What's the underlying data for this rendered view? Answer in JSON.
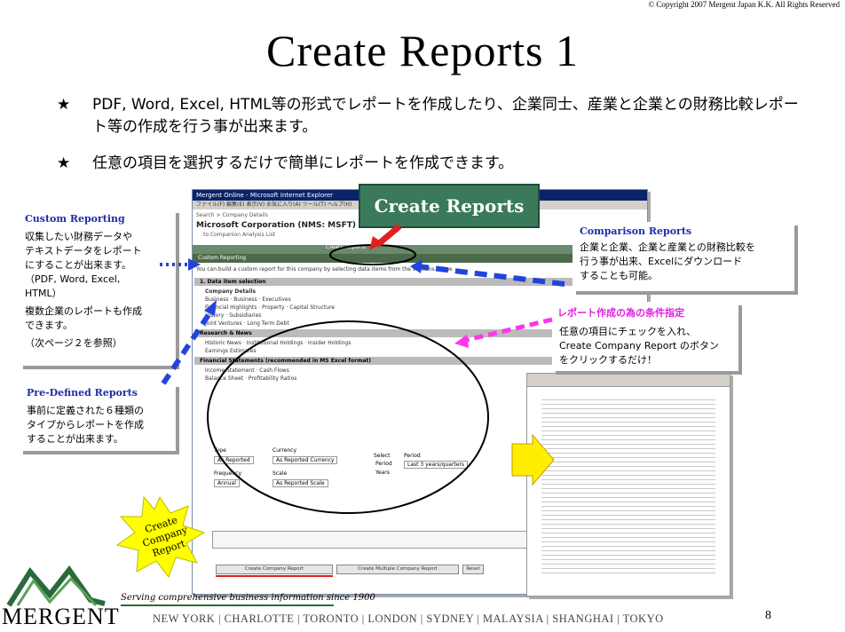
{
  "copyright": "© Copyright 2007 Mergent Japan K.K. All Rights Reserved",
  "title": "Create Reports 1",
  "bullets": [
    {
      "star": "★",
      "text": "PDF, Word, Excel, HTML等の形式でレポートを作成したり、企業同士、産業と企業との財務比較レポート等の作成を行う事が出来ます。"
    },
    {
      "star": "★",
      "text": "任意の項目を選択するだけで簡単にレポートを作成できます。"
    }
  ],
  "create_reports_button": "Create Reports",
  "browser": {
    "title": "Mergent Online - Microsoft Internet Explorer",
    "menu": "ファイル(F)  編集(E)  表示(V)  お気に入り(A)  ツール(T)  ヘルプ(H)",
    "breadcrumb": "Search > Company Details",
    "company": "Microsoft Corporation (NMS: MSFT)",
    "sub_link": "to Companion Analysis List",
    "tab_active": "Custom Reporting",
    "tab_other": "Create Reports",
    "instruction": "You can build a custom report for this company by selecting data items from the sections below.",
    "section1": "1. Data item selection",
    "company_details_label": "Company Details",
    "row1": [
      "Business",
      "Business",
      "Executives"
    ],
    "row2": [
      "Financial Highlights",
      "Property",
      "Capital Structure"
    ],
    "row3": [
      "History",
      "Subsidiaries"
    ],
    "row4": [
      "Joint Ventures",
      "Long Term Debt"
    ],
    "research_label": "Research & News",
    "row5": [
      "Historic News",
      "Institutional Holdings",
      "Insider Holdings"
    ],
    "row6": [
      "Earnings Estimates"
    ],
    "fin_label": "Financial Statements (recommended in MS Excel format)",
    "row7": [
      "Income Statement",
      "Cash Flows"
    ],
    "row8": [
      "Balance Sheet",
      "Profitability Ratios"
    ],
    "type_label": "Type",
    "type_value": "As Reported",
    "currency_label": "Currency",
    "currency_value": "As Reported Currency",
    "select_label": "Select",
    "select_options": [
      "Period",
      "Years"
    ],
    "period_label": "Period",
    "period_value": "Last 3 years/quarters",
    "frequency_label": "Frequency",
    "frequency_value": "Annual",
    "scale_label": "Scale",
    "scale_value": "As Reported Scale",
    "btn_create": "Create Company Report",
    "btn_create_multi": "Create Multiple Company Report",
    "btn_reset": "Reset"
  },
  "callouts": {
    "custom": {
      "title": "Custom Reporting",
      "lines": [
        "収集したい財務データや",
        "テキストデータをレポート",
        "にすることが出来ます。",
        "（PDF, Word, Excel,",
        "HTML）",
        "複数企業のレポートも作成",
        "できます。",
        "（次ページ２を参照）"
      ]
    },
    "predefined": {
      "title": "Pre-Defined Reports",
      "lines": [
        "事前に定義された６種類の",
        "タイプからレポートを作成",
        "することが出来ます。"
      ]
    },
    "comparison": {
      "title": "Comparison Reports",
      "lines": [
        "企業と企業、企業と産業との財務比較を",
        "行う事が出来、Excelにダウンロード",
        "することも可能。"
      ]
    },
    "conditions": {
      "title": "レポート作成の為の条件指定",
      "lines": [
        "任意の項目にチェックを入れ、",
        "Create Company Report のボタン",
        "をクリックするだけ！"
      ]
    }
  },
  "starburst_text": [
    "Create",
    "Company",
    "Report"
  ],
  "footer": {
    "logo": "MERGENT",
    "tagline": "Serving comprehensive business information since 1900",
    "cities": "NEW YORK | CHARLOTTE | TORONTO | LONDON | SYDNEY | MALAYSIA | SHANGHAI | TOKYO",
    "page": "8"
  }
}
